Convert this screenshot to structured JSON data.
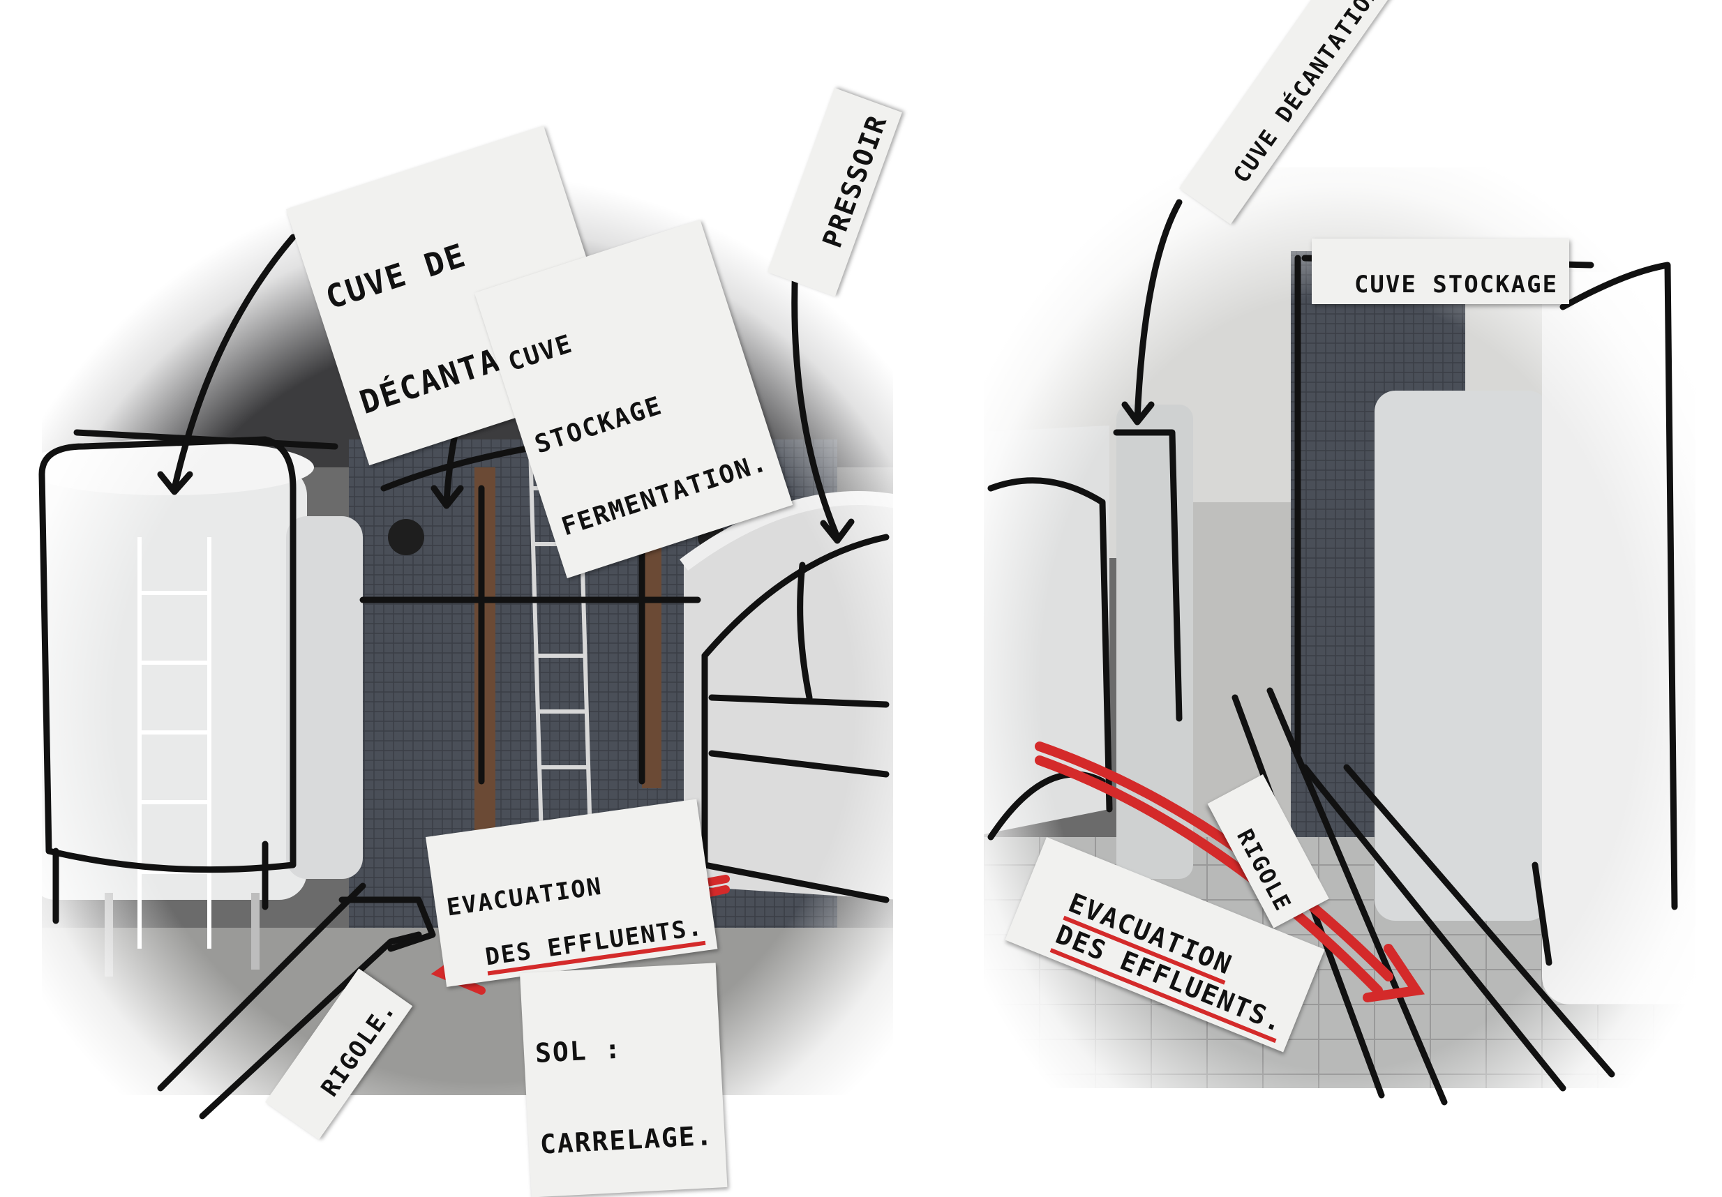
{
  "labels": {
    "left": {
      "cuve_decantation_l1": "CUVE DE",
      "cuve_decantation_l2": "DÉCANTATION.",
      "cuve_stockage_l1": "CUVE",
      "cuve_stockage_l2": "STOCKAGE",
      "cuve_stockage_l3": "FERMENTATION.",
      "pressoir": "PRESSOIR",
      "evacuation_l1": "EVACUATION",
      "evacuation_l2": "DES EFFLUENTS.",
      "sol_l1": "SOL :",
      "sol_l2": "CARRELAGE.",
      "rigole": "RIGOLE."
    },
    "right": {
      "cuve_decantation": "CUVE DÉCANTATION",
      "cuve_stockage": "CUVE STOCKAGE",
      "rigole": "RIGOLE",
      "evacuation_l1": "EVACUATION",
      "evacuation_l2": "DES EFFLUENTS."
    }
  },
  "colors": {
    "marker_black": "#111111",
    "marker_red": "#d42a2a",
    "tile_wall": "#4a4f58",
    "tank_white": "#e9eaea",
    "floor": "#9a9a98"
  }
}
